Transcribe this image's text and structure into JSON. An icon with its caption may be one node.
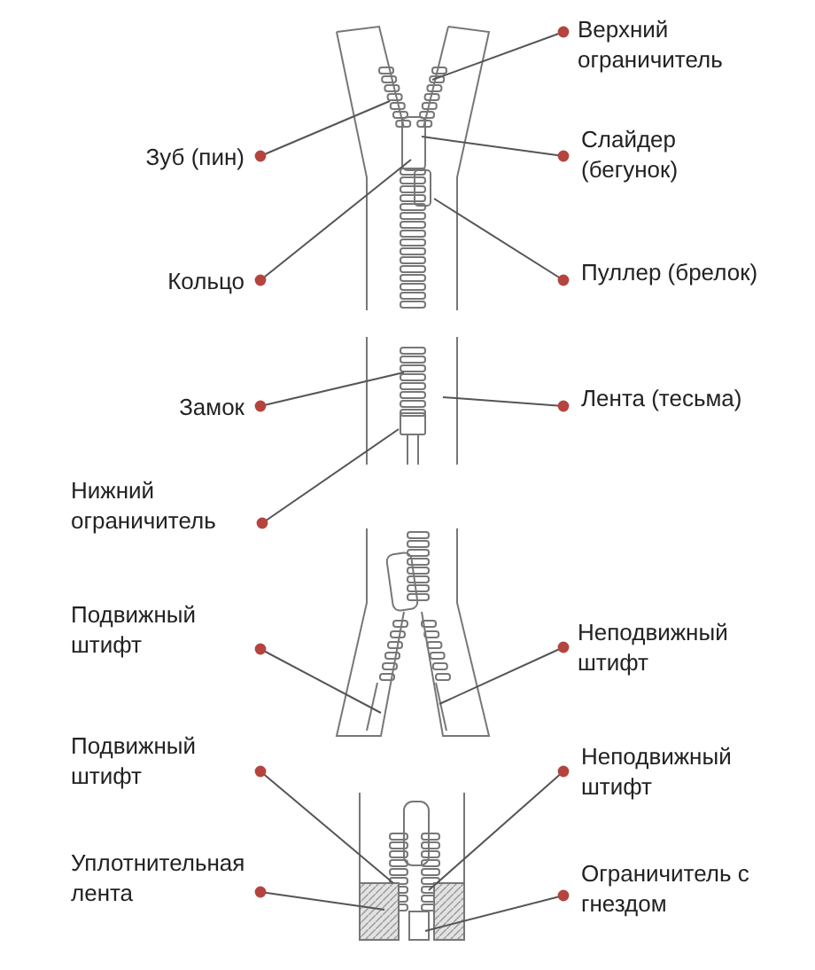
{
  "diagram": {
    "nodes": [
      {
        "text": [
          "Верхний ограничитель"
        ]
      },
      {
        "text": [
          "Зуб (пин)"
        ]
      },
      {
        "text": [
          "Слайдер (бегунок)"
        ]
      },
      {
        "text": [
          "Кольцо"
        ]
      },
      {
        "text": [
          "Пуллер (брелок)"
        ]
      },
      {
        "text": [
          "Замок"
        ]
      },
      {
        "text": [
          "Лента (тесьма)"
        ]
      },
      {
        "text": [
          "Нижний ограничитель"
        ]
      },
      {
        "text": [
          "Подвижный штифт"
        ]
      },
      {
        "text": [
          "Неподвижный штифт"
        ]
      },
      {
        "text": [
          "Подвижный штифт"
        ]
      },
      {
        "text": [
          "Неподвижный штифт"
        ]
      },
      {
        "text": [
          "Уплотнительная лента"
        ]
      },
      {
        "text": [
          "Ограничитель с гнездом"
        ]
      }
    ],
    "edges": [
      {
        "from": 0,
        "to": null,
        "arrow": "other"
      },
      {
        "from": 1,
        "to": null,
        "arrow": "other"
      },
      {
        "from": 2,
        "to": null,
        "arrow": "other"
      },
      {
        "from": 3,
        "to": null,
        "arrow": "other"
      },
      {
        "from": 4,
        "to": null,
        "arrow": "other"
      },
      {
        "from": 5,
        "to": null,
        "arrow": "other"
      },
      {
        "from": 6,
        "to": null,
        "arrow": "other"
      },
      {
        "from": 7,
        "to": null,
        "arrow": "other"
      },
      {
        "from": 8,
        "to": null,
        "arrow": "other"
      },
      {
        "from": 9,
        "to": null,
        "arrow": "other"
      },
      {
        "from": 10,
        "to": null,
        "arrow": "other"
      },
      {
        "from": 11,
        "to": null,
        "arrow": "other"
      },
      {
        "from": 12,
        "to": null,
        "arrow": "other"
      },
      {
        "from": 13,
        "to": null,
        "arrow": "other"
      }
    ]
  }
}
